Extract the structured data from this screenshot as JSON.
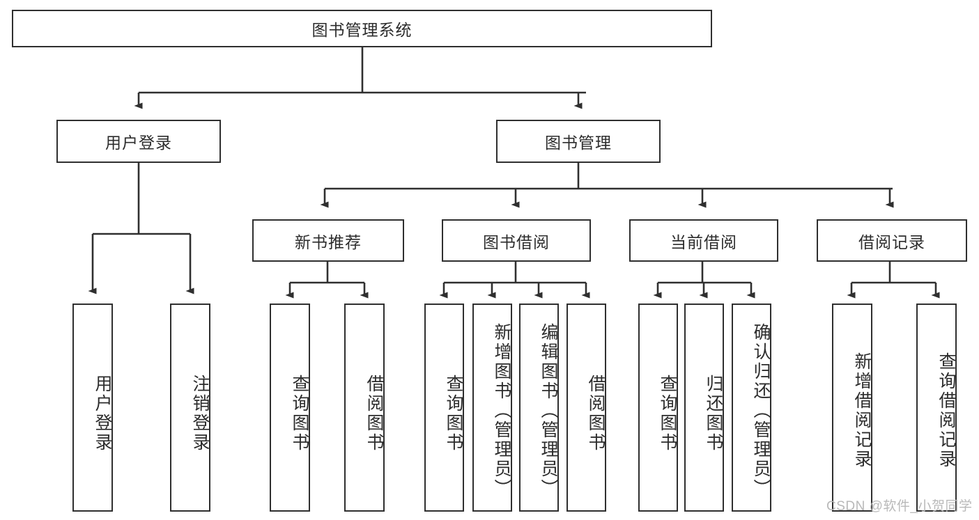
{
  "diagram": {
    "title": "图书管理系统",
    "root": {
      "label": "图书管理系统"
    },
    "level2": [
      {
        "label": "用户登录"
      },
      {
        "label": "图书管理"
      }
    ],
    "level3": [
      {
        "label": "新书推荐"
      },
      {
        "label": "图书借阅"
      },
      {
        "label": "当前借阅"
      },
      {
        "label": "借阅记录"
      }
    ],
    "leaves": {
      "user_login": [
        {
          "label": "用户登录"
        },
        {
          "label": "注销登录"
        }
      ],
      "new_book_recommend": [
        {
          "label": "查询图书"
        },
        {
          "label": "借阅图书"
        }
      ],
      "book_borrow": [
        {
          "label": "查询图书"
        },
        {
          "label": "新增图书（管理员）"
        },
        {
          "label": "编辑图书（管理员）"
        },
        {
          "label": "借阅图书"
        }
      ],
      "current_borrow": [
        {
          "label": "查询图书"
        },
        {
          "label": "归还图书"
        },
        {
          "label": "确认归还（管理员）"
        }
      ],
      "borrow_record": [
        {
          "label": "新增借阅记录"
        },
        {
          "label": "查询借阅记录"
        }
      ]
    }
  },
  "watermark": {
    "text": "CSDN @软件_小贺同学"
  },
  "colors": {
    "border": "#2f2f2f",
    "text": "#2c2c2c",
    "background": "#ffffff",
    "watermark": "#b9b9b9"
  }
}
